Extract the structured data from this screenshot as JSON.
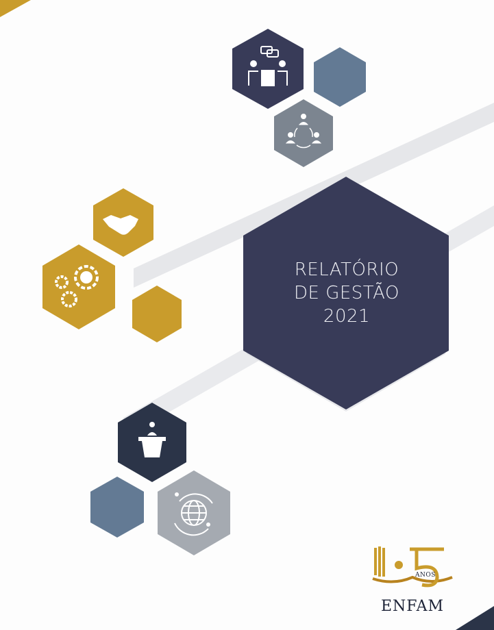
{
  "cover": {
    "title_lines": [
      "RELATÓRIO",
      "DE GESTÃO",
      "2021"
    ],
    "logo": {
      "number": "5",
      "anos": "ANOS",
      "name": "ENFAM"
    }
  },
  "colors": {
    "navy": "#383b58",
    "slate": "#637a94",
    "gray": "#7c8590",
    "gold": "#c99c2c",
    "dark_navy": "#2b3448",
    "light_gray": "#a5aab1",
    "stripe": "#e4e5e8"
  },
  "icons": [
    "meeting-icon",
    "network-people-icon",
    "handshake-icon",
    "gears-people-icon",
    "speaker-podium-icon",
    "globe-people-icon"
  ]
}
